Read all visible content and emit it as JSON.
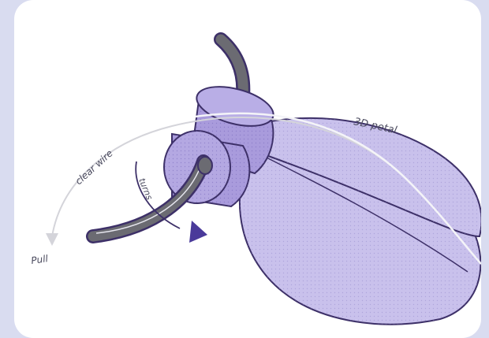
{
  "labels": {
    "petal": "3D petal",
    "clear_wire": "clear wire",
    "turns": "turns",
    "pull": "Pull"
  },
  "colors": {
    "background": "#d9dcf0",
    "card": "#ffffff",
    "cylinder": "#a99bdc",
    "cylinder_face": "#b9aee6",
    "petal_fill": "#c9c1ec",
    "outline": "#3d3068",
    "wire_rod": "#6b6b72",
    "clear_wire": "#d4d4da",
    "arrow": "#4a3a9a"
  },
  "icons": {
    "turn_arrow": "triangle-arrow-icon",
    "pull_arrow": "triangle-arrow-icon"
  }
}
